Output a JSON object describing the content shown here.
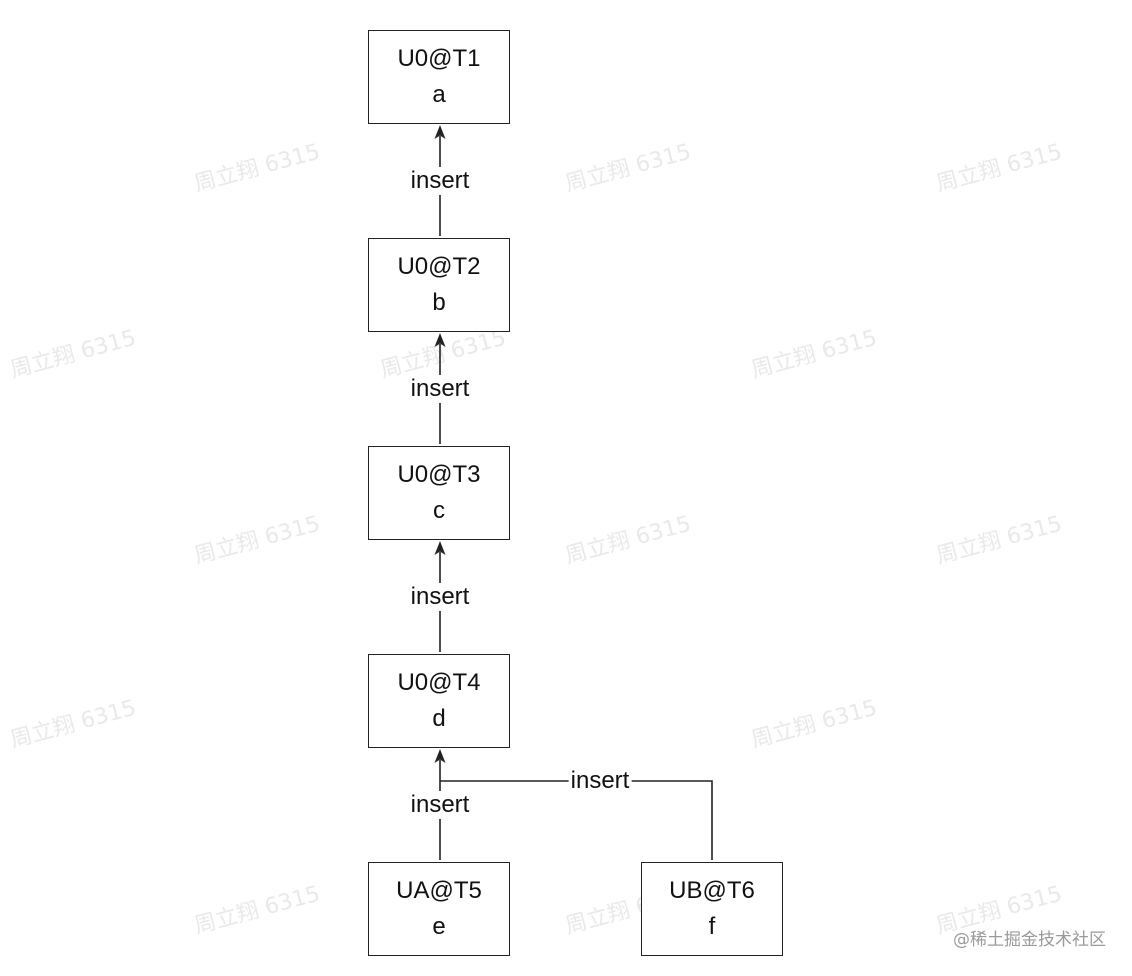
{
  "watermark_text": "周立翔 6315",
  "credit": "@稀土掘金技术社区",
  "nodes": [
    {
      "id": "t1",
      "version": "U0@T1",
      "value": "a"
    },
    {
      "id": "t2",
      "version": "U0@T2",
      "value": "b"
    },
    {
      "id": "t3",
      "version": "U0@T3",
      "value": "c"
    },
    {
      "id": "t4",
      "version": "U0@T4",
      "value": "d"
    },
    {
      "id": "t5",
      "version": "UA@T5",
      "value": "e"
    },
    {
      "id": "t6",
      "version": "UB@T6",
      "value": "f"
    }
  ],
  "edges": [
    {
      "from": "t2",
      "to": "t1",
      "label": "insert"
    },
    {
      "from": "t3",
      "to": "t2",
      "label": "insert"
    },
    {
      "from": "t4",
      "to": "t3",
      "label": "insert"
    },
    {
      "from": "t5",
      "to": "t4",
      "label": "insert"
    },
    {
      "from": "t6",
      "to": "t4",
      "label": "insert"
    }
  ],
  "colors": {
    "stroke": "#222222",
    "text": "#111111",
    "watermark": "#e9e9e9"
  }
}
